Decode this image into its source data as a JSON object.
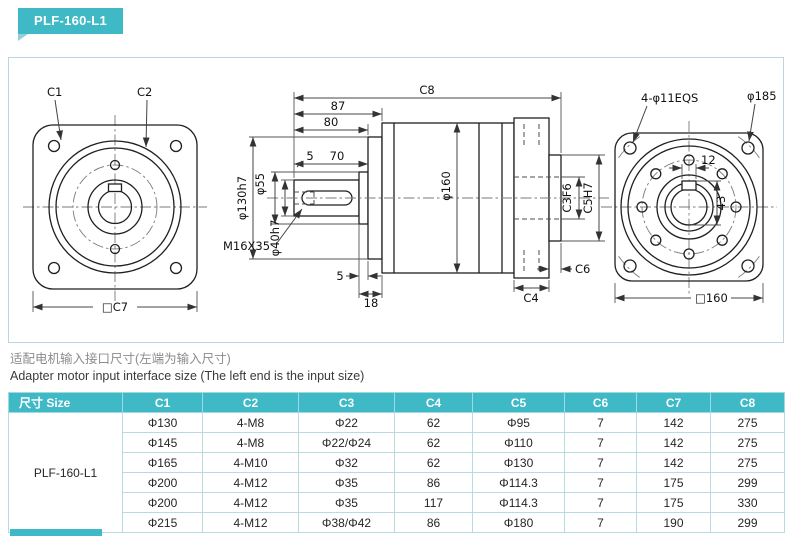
{
  "page": {
    "badge": "PLF-160-L1",
    "note_cn": "适配电机输入接口尺寸(左端为输入尺寸)",
    "note_en": "Adapter motor input interface size (The left end is the input size)",
    "accent_color": "#3fb9c6"
  },
  "drawing": {
    "front_view": {
      "c1": "C1",
      "c2": "C2",
      "c7": "□C7"
    },
    "side_view": {
      "c8": "C8",
      "len_87": "87",
      "len_80": "80",
      "len_5_top": "5",
      "len_70": "70",
      "dia_130": "φ130h7",
      "dia_55": "φ55",
      "dia_40": "φ40h7",
      "thread": "M16X35",
      "dia_160": "φ160",
      "len_5_bottom": "5",
      "len_18": "18",
      "c3": "C3F6",
      "c5": "C5H7",
      "c6": "C6",
      "c4": "C4"
    },
    "back_view": {
      "holes": "4-φ11EQS",
      "dia_185": "φ185",
      "key_w": "12",
      "key_h": "43",
      "sq_160": "□160"
    }
  },
  "table": {
    "headers": [
      "尺寸 Size",
      "C1",
      "C2",
      "C3",
      "C4",
      "C5",
      "C6",
      "C7",
      "C8"
    ],
    "row_group": "PLF-160-L1",
    "rows": [
      [
        "Φ130",
        "4-M8",
        "Φ22",
        "62",
        "Φ95",
        "7",
        "142",
        "275"
      ],
      [
        "Φ145",
        "4-M8",
        "Φ22/Φ24",
        "62",
        "Φ110",
        "7",
        "142",
        "275"
      ],
      [
        "Φ165",
        "4-M10",
        "Φ32",
        "62",
        "Φ130",
        "7",
        "142",
        "275"
      ],
      [
        "Φ200",
        "4-M12",
        "Φ35",
        "86",
        "Φ114.3",
        "7",
        "175",
        "299"
      ],
      [
        "Φ200",
        "4-M12",
        "Φ35",
        "117",
        "Φ114.3",
        "7",
        "175",
        "330"
      ],
      [
        "Φ215",
        "4-M12",
        "Φ38/Φ42",
        "86",
        "Φ180",
        "7",
        "190",
        "299"
      ]
    ]
  }
}
